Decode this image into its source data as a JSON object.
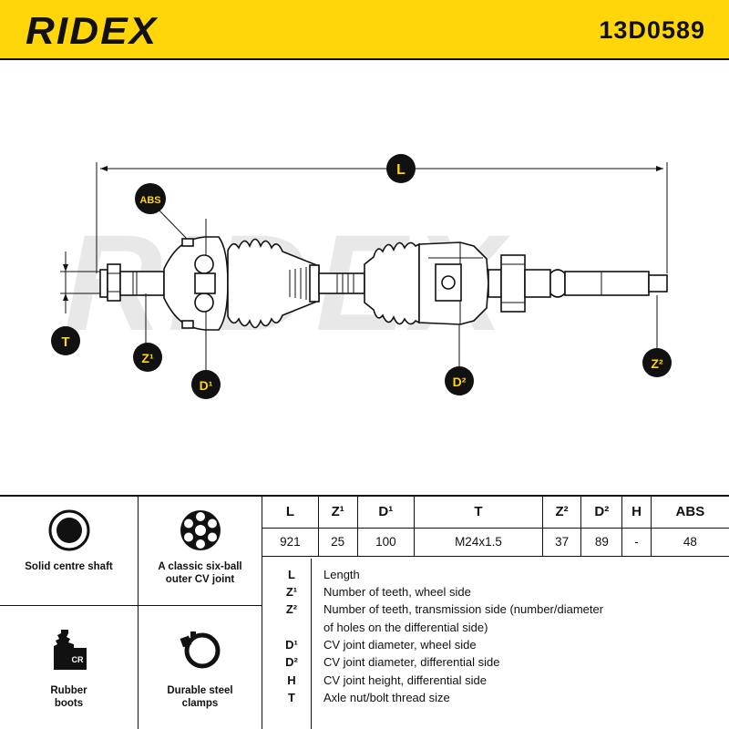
{
  "header": {
    "brand": "RIDEX",
    "part_number": "13D0589"
  },
  "drawing": {
    "watermark": "RIDEX",
    "labels": {
      "L": "L",
      "ABS": "ABS",
      "T": "T",
      "Z1": "Z¹",
      "D1": "D¹",
      "D2": "D²",
      "Z2": "Z²"
    }
  },
  "features": [
    {
      "icon": "solid-shaft-icon",
      "label": "Solid centre shaft"
    },
    {
      "icon": "six-ball-joint-icon",
      "label": "A classic six-ball outer CV joint"
    },
    {
      "icon": "rubber-boot-icon",
      "label": "Rubber boots",
      "badge": "CR"
    },
    {
      "icon": "steel-clamp-icon",
      "label": "Durable steel clamps"
    }
  ],
  "spec_table": {
    "headers": [
      "L",
      "Z¹",
      "D¹",
      "T",
      "Z²",
      "D²",
      "H",
      "ABS"
    ],
    "values": [
      "921",
      "25",
      "100",
      "M24x1.5",
      "37",
      "89",
      "-",
      "48"
    ]
  },
  "legend": [
    {
      "symbol": "L",
      "text": "Length"
    },
    {
      "symbol": "Z¹",
      "text": "Number of teeth, wheel side"
    },
    {
      "symbol": "Z²",
      "text": "Number of teeth, transmission side (number/diameter"
    },
    {
      "symbol": "",
      "text": "of holes on the differential side)"
    },
    {
      "symbol": "D¹",
      "text": "CV joint diameter, wheel side"
    },
    {
      "symbol": "D²",
      "text": "CV joint diameter, differential side"
    },
    {
      "symbol": "H",
      "text": "CV joint height, differential side"
    },
    {
      "symbol": "T",
      "text": "Axle nut/bolt thread size"
    }
  ],
  "colors": {
    "brand_yellow": "#ffd60a",
    "ink": "#111111",
    "watermark": "#e6e6e6"
  }
}
